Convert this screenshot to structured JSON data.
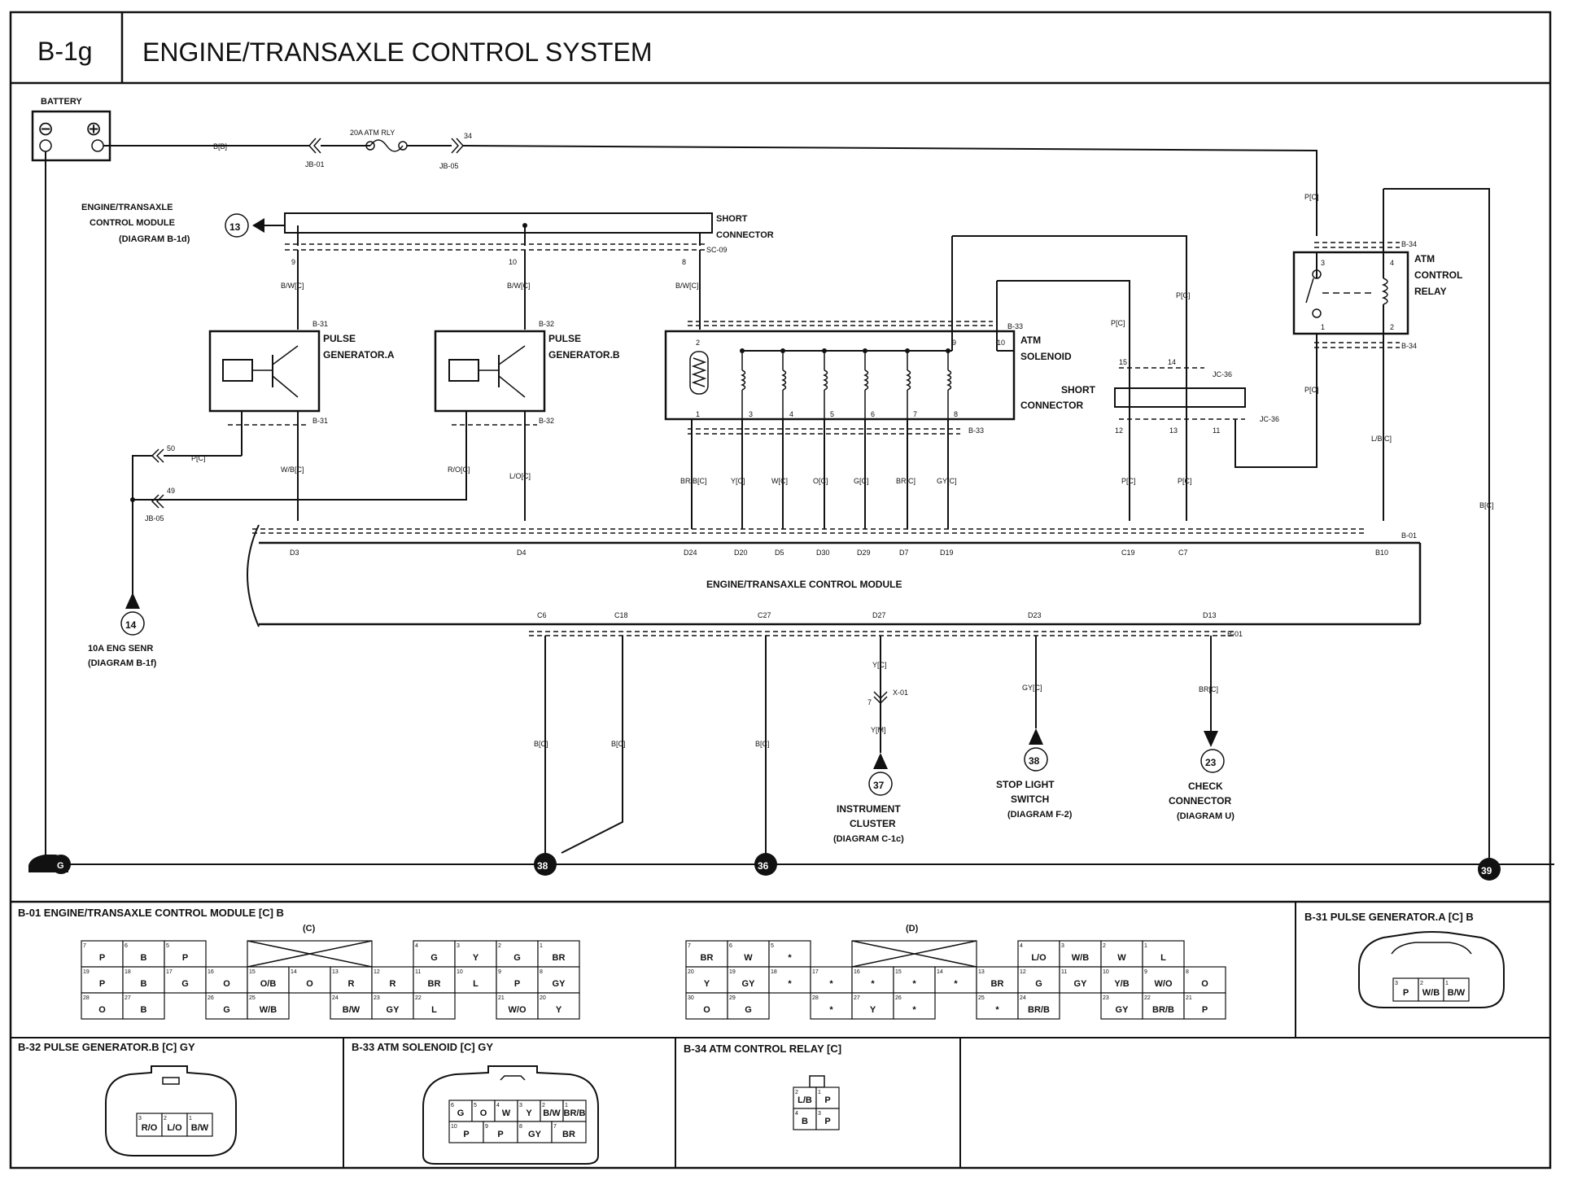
{
  "header": {
    "code": "B-1g",
    "title": "ENGINE/TRANSAXLE CONTROL SYSTEM"
  },
  "battery": {
    "label": "BATTERY",
    "neg": "⊖",
    "pos": "⊕"
  },
  "power": {
    "wire": "B[B]",
    "fuse": "20A ATM RLY",
    "jb01": "JB-01",
    "jb05": "JB-05",
    "pin34": "34"
  },
  "ecm_ref": {
    "line1": "ENGINE/TRANSAXLE",
    "line2": "CONTROL MODULE",
    "line3": "(DIAGRAM B-1d)",
    "num": "13"
  },
  "short_conn_top": {
    "line1": "SHORT",
    "line2": "CONNECTOR",
    "id": "SC-09",
    "pins": [
      "9",
      "10",
      "8"
    ]
  },
  "pg_a": {
    "line1": "PULSE",
    "line2": "GENERATOR.A",
    "conn": "B-31",
    "wire_top": "B/W[C]",
    "wire_left": "P[C]",
    "wire_right": "W/B[C]"
  },
  "pg_b": {
    "line1": "PULSE",
    "line2": "GENERATOR.B",
    "conn": "B-32",
    "wire_top": "B/W[C]",
    "wire_left": "R/O[C]",
    "wire_right": "L/O[C]"
  },
  "jb": {
    "pin50": "50",
    "pin49": "49",
    "id": "JB-05"
  },
  "sol": {
    "line1": "ATM",
    "line2": "SOLENOID",
    "conn": "B-33",
    "wire_top": "B/W[C]",
    "top_pins": [
      "2",
      "9",
      "10"
    ],
    "bottom_pins": [
      "1",
      "3",
      "4",
      "5",
      "6",
      "7",
      "8"
    ],
    "wires": [
      "BR/B[C]",
      "Y[C]",
      "W[C]",
      "O[C]",
      "G[C]",
      "BR[C]",
      "GY[C]"
    ]
  },
  "short_conn_mid": {
    "line1": "SHORT",
    "line2": "CONNECTOR",
    "id": "JC-36",
    "pins_top": [
      "15",
      "14"
    ],
    "pins_bottom": [
      "12",
      "13",
      "11"
    ]
  },
  "pc_wires": [
    "P[C]",
    "P[C]",
    "P[C]",
    "P[C]",
    "P[C]"
  ],
  "relay": {
    "line1": "ATM",
    "line2": "CONTROL",
    "line3": "RELAY",
    "conn": "B-34",
    "pins": [
      "3",
      "4",
      "1",
      "2"
    ],
    "wire_in": "P[C]",
    "wire_out": "P[C]",
    "wire_lb": "L/B[C]"
  },
  "ground_wire_right": "B[C]",
  "ecm": {
    "title": "ENGINE/TRANSAXLE CONTROL MODULE",
    "conn": "B-01",
    "top_pins": [
      "D3",
      "D4",
      "D24",
      "D20",
      "D5",
      "D30",
      "D29",
      "D7",
      "D19",
      "C19",
      "C7",
      "B10"
    ],
    "bottom_pins": [
      "C6",
      "C18",
      "C27",
      "D27",
      "D23",
      "D13"
    ]
  },
  "eng_senr": {
    "num": "14",
    "line1": "10A ENG SENR",
    "line2": "(DIAGRAM B-1f)"
  },
  "bottom_wires": [
    "B[C]",
    "B[C]",
    "B[C]"
  ],
  "cluster": {
    "wire1": "Y[C]",
    "conn": "X-01",
    "pin": "7",
    "wire2": "Y[M]",
    "num": "37",
    "line1": "INSTRUMENT",
    "line2": "CLUSTER",
    "line3": "(DIAGRAM C-1c)"
  },
  "stop": {
    "wire": "GY[C]",
    "num": "38",
    "line1": "STOP LIGHT",
    "line2": "SWITCH",
    "line3": "(DIAGRAM F-2)"
  },
  "check": {
    "wire": "BR[C]",
    "num": "23",
    "line1": "CHECK",
    "line2": "CONNECTOR",
    "line3": "(DIAGRAM U)",
    "conn": "B-01"
  },
  "grounds": {
    "g": "G",
    "g38": "38",
    "g36": "36",
    "g39": "39"
  },
  "sections": {
    "b01": "B-01 ENGINE/TRANSAXLE CONTROL MODULE [C] B",
    "b01_c": "(C)",
    "b01_d": "(D)",
    "b31": "B-31 PULSE GENERATOR.A [C] B",
    "b32": "B-32 PULSE GENERATOR.B [C] GY",
    "b33": "B-33 ATM SOLENOID [C] GY",
    "b34": "B-34 ATM CONTROL RELAY [C]"
  },
  "b01_c_rows": [
    [
      [
        "7",
        "P"
      ],
      [
        "6",
        "B"
      ],
      [
        "5",
        "P"
      ],
      null,
      null,
      null,
      [
        "4",
        "G"
      ],
      [
        "3",
        "Y"
      ],
      [
        "2",
        "G"
      ],
      [
        "1",
        "BR"
      ]
    ],
    [
      [
        "19",
        "P"
      ],
      [
        "18",
        "B"
      ],
      [
        "17",
        "G"
      ],
      [
        "16",
        "O"
      ],
      [
        "15",
        "O/B"
      ],
      [
        "14",
        "O"
      ],
      [
        "13",
        "R"
      ],
      [
        "12",
        "R"
      ],
      [
        "11",
        "BR"
      ],
      [
        "10",
        "L"
      ],
      [
        "9",
        "P"
      ],
      [
        "8",
        "GY"
      ]
    ],
    [
      [
        "28",
        "O"
      ],
      [
        "27",
        "B"
      ],
      null,
      [
        "26",
        "G"
      ],
      [
        "25",
        "W/B"
      ],
      null,
      [
        "24",
        "B/W"
      ],
      [
        "23",
        "GY"
      ],
      [
        "22",
        "L"
      ],
      null,
      [
        "21",
        "W/O"
      ],
      [
        "20",
        "Y"
      ]
    ]
  ],
  "b01_d_rows": [
    [
      [
        "7",
        "BR"
      ],
      [
        "6",
        "W"
      ],
      [
        "5",
        "*"
      ],
      null,
      null,
      null,
      [
        "4",
        "L/O"
      ],
      [
        "3",
        "W/B"
      ],
      [
        "2",
        "W"
      ],
      [
        "1",
        "L"
      ]
    ],
    [
      [
        "20",
        "Y"
      ],
      [
        "19",
        "GY"
      ],
      [
        "18",
        "*"
      ],
      [
        "17",
        "*"
      ],
      [
        "16",
        "*"
      ],
      [
        "15",
        "*"
      ],
      [
        "14",
        "*"
      ],
      [
        "13",
        "BR"
      ],
      [
        "12",
        "G"
      ],
      [
        "11",
        "GY"
      ],
      [
        "10",
        "Y/B"
      ],
      [
        "9",
        "W/O"
      ],
      [
        "8",
        "O"
      ]
    ],
    [
      [
        "30",
        "O"
      ],
      [
        "29",
        "G"
      ],
      null,
      [
        "28",
        "*"
      ],
      [
        "27",
        "Y"
      ],
      [
        "26",
        "*"
      ],
      null,
      [
        "25",
        "*"
      ],
      [
        "24",
        "BR/B"
      ],
      null,
      [
        "23",
        "GY"
      ],
      [
        "22",
        "BR/B"
      ],
      [
        "21",
        "P"
      ]
    ]
  ],
  "b31_pins": [
    [
      "3",
      "P"
    ],
    [
      "2",
      "W/B"
    ],
    [
      "1",
      "B/W"
    ]
  ],
  "b32_pins": [
    [
      "3",
      "R/O"
    ],
    [
      "2",
      "L/O"
    ],
    [
      "1",
      "B/W"
    ]
  ],
  "b33_rows": [
    [
      [
        "6",
        "G"
      ],
      [
        "5",
        "O"
      ],
      [
        "4",
        "W"
      ],
      [
        "3",
        "Y"
      ],
      [
        "2",
        "B/W"
      ],
      [
        "1",
        "BR/B"
      ]
    ],
    [
      [
        "10",
        "P"
      ],
      [
        "9",
        "P"
      ],
      [
        "8",
        "GY"
      ],
      [
        "7",
        "BR"
      ]
    ]
  ],
  "b34_rows": [
    [
      [
        "2",
        "L/B"
      ],
      [
        "1",
        "P"
      ]
    ],
    [
      [
        "4",
        "B"
      ],
      [
        "3",
        "P"
      ]
    ]
  ]
}
